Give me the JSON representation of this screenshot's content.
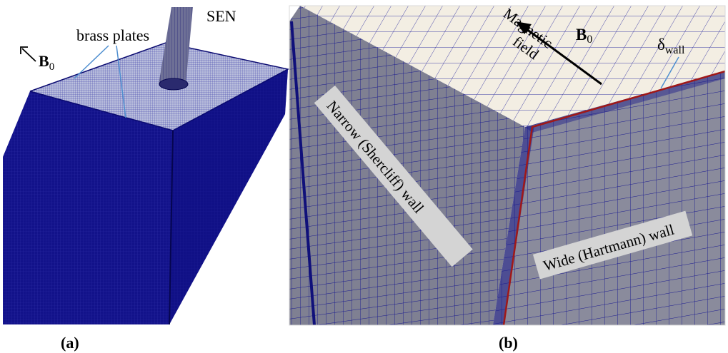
{
  "colors": {
    "mesh_dark": "#0b0b7a",
    "mesh_face": "#15158f",
    "top_face": "#f3eee3",
    "grid_line": "#1b1b9a",
    "annotation_blue": "#4f8fd0",
    "label_box": "#d4d4d4",
    "wall_layer": "#a01818",
    "gray_wall": "#8d8d9e"
  },
  "panel_a": {
    "label": "(a)",
    "sen_label": "SEN",
    "brass_label": "brass plates",
    "field_label": "B",
    "field_sub": "0"
  },
  "panel_b": {
    "label": "(b)",
    "field_label": "B",
    "field_sub": "0",
    "magnetic_line1": "Magnetic",
    "magnetic_line2": "field",
    "delta_main": "δ",
    "delta_sub": "wall",
    "narrow_wall_label": "Narrow (Shercliff) wall",
    "wide_wall_label": "Wide (Hartmann) wall"
  }
}
